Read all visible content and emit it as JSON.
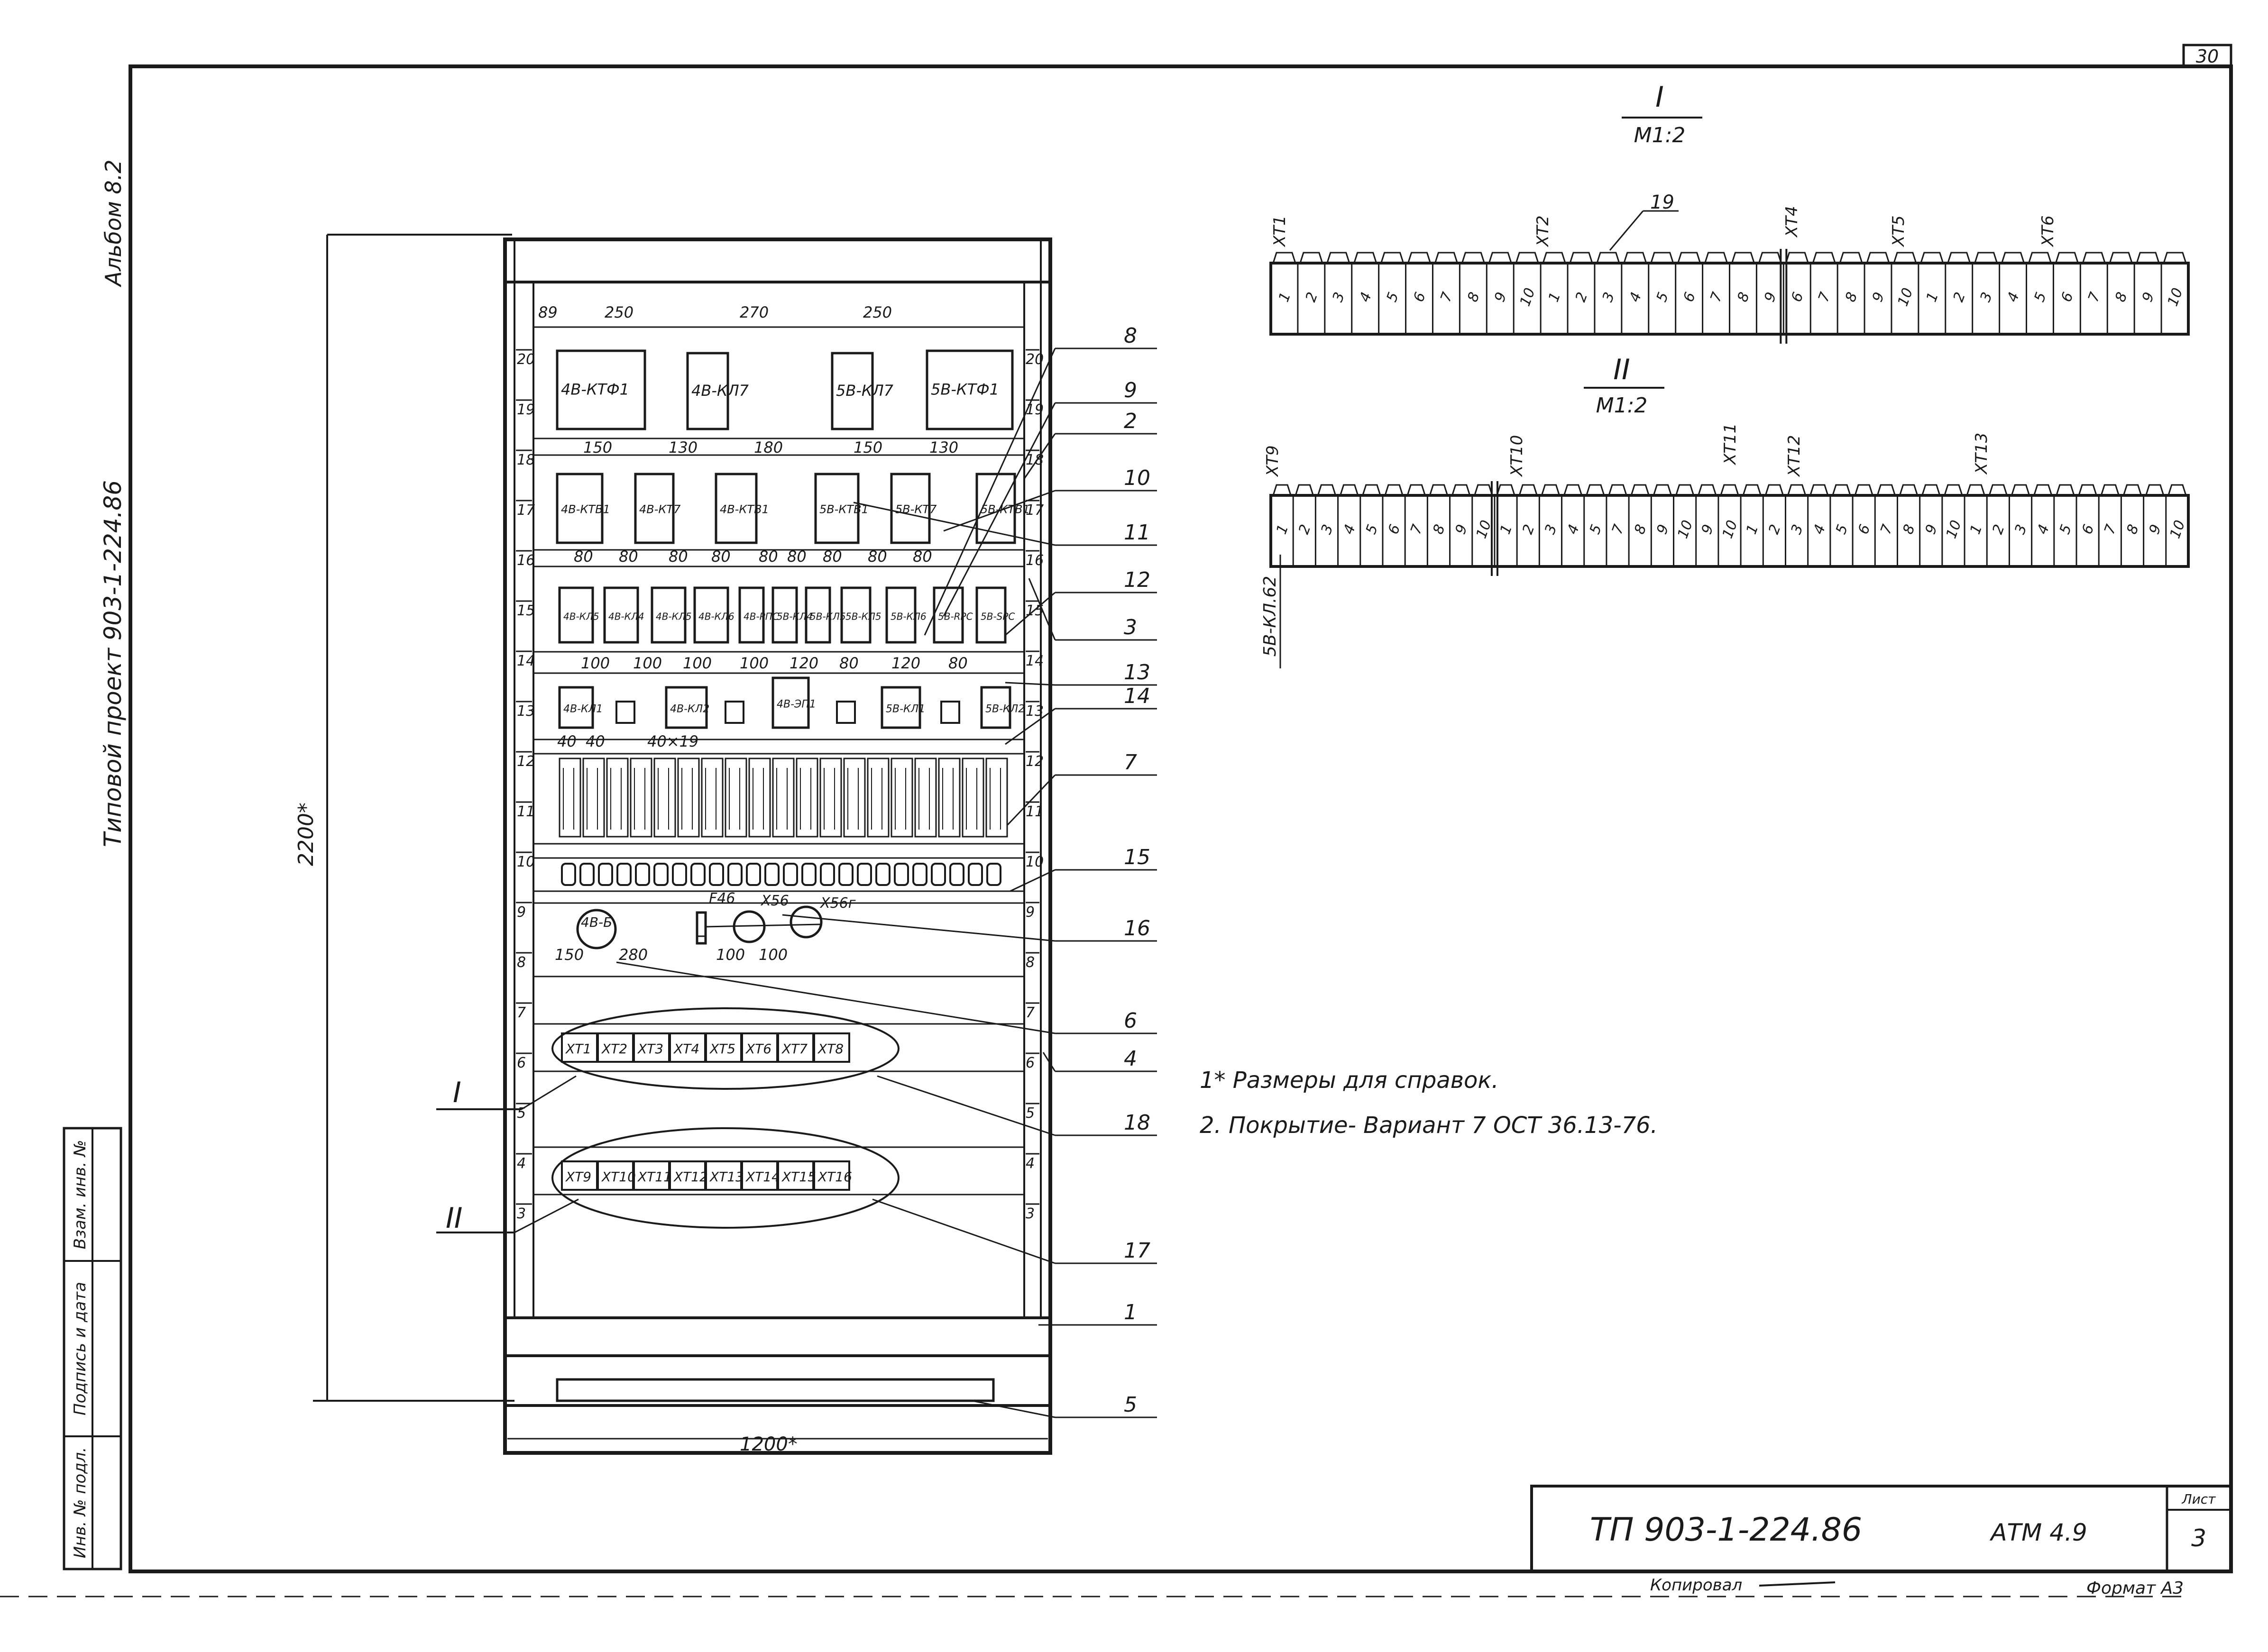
{
  "sheet_number_top": "30",
  "sidebar": {
    "album": "Альбом 8.2",
    "project_type": "Типовой проект 903-1-224.86",
    "stamp_columns": [
      "Инв. № подл.",
      "Подпись и дата",
      "Взам. инв. №"
    ]
  },
  "cabinet": {
    "height_dim": "2200*",
    "width_dim": "1200*",
    "rail_numbers": [
      "3",
      "4",
      "5",
      "6",
      "7",
      "8",
      "9",
      "10",
      "11",
      "12",
      "13",
      "14",
      "15",
      "16",
      "17",
      "18",
      "19",
      "20"
    ],
    "row1": {
      "dims": [
        "89",
        "250",
        "270",
        "250"
      ],
      "blocks": [
        "4В-КТФ1",
        "4В-КЛ7",
        "5В-КЛ7",
        "5В-КТФ1"
      ]
    },
    "row2": {
      "dims": [
        "150",
        "130",
        "180",
        "150",
        "130"
      ],
      "blocks": [
        "4В-КТВ1",
        "4В-КТ7",
        "4В-КТВ1",
        "5В-КТВ1",
        "5В-КТ7",
        "5В-КТВ1"
      ]
    },
    "row3": {
      "dims": [
        "80",
        "80",
        "80",
        "80",
        "80",
        "80",
        "80",
        "80",
        "80"
      ],
      "blocks": [
        "4В-КЛ5",
        "4В-КЛ4",
        "4В-КЛ5",
        "4В-КЛ6",
        "4В-РПС",
        "5В-КЛ4",
        "5В-КЛ5",
        "5В-КЛ5",
        "5В-КЛ6",
        "5В-RPC",
        "5В-SPC"
      ]
    },
    "row4": {
      "dims": [
        "100",
        "100",
        "100",
        "100",
        "120",
        "80",
        "120",
        "80"
      ],
      "blocks": [
        "4В-КЛ1",
        "4В-КЛ2",
        "4В-ЭП1",
        "5В-КЛ1",
        "5В-КЛ2"
      ]
    },
    "row5": {
      "dims": [
        "40",
        "40",
        "40×19"
      ]
    },
    "row7": {
      "dims": [
        "150",
        "280",
        "100",
        "100"
      ],
      "labels": [
        "4В-Б",
        "F46",
        "Х56",
        "Х56г"
      ]
    },
    "group_I": [
      "ХТ1",
      "ХТ2",
      "ХТ3",
      "ХТ4",
      "ХТ5",
      "ХТ6",
      "ХТ7",
      "ХТ8"
    ],
    "group_II": [
      "ХТ9",
      "ХТ10",
      "ХТ11",
      "ХТ12",
      "ХТ13",
      "ХТ14",
      "ХТ15",
      "ХТ16"
    ]
  },
  "callouts": [
    "8",
    "9",
    "2",
    "10",
    "11",
    "12",
    "3",
    "13",
    "14",
    "7",
    "15",
    "16",
    "6",
    "4",
    "18",
    "17",
    "1",
    "5"
  ],
  "roman_labels": [
    "I",
    "II"
  ],
  "view_I": {
    "title": "I",
    "scale": "М1:2",
    "tag_labels": [
      "ХТ1",
      "ХТ2",
      "ХТ4",
      "ХТ5",
      "ХТ6"
    ],
    "callout": "19",
    "terminal_numbers": [
      "1",
      "2",
      "3",
      "4",
      "5",
      "6",
      "7",
      "8",
      "9",
      "10",
      "1",
      "2",
      "3",
      "4",
      "5",
      "6",
      "7",
      "8",
      "9",
      "6",
      "7",
      "8",
      "9",
      "10",
      "1",
      "2",
      "3",
      "4",
      "5",
      "6",
      "7",
      "8",
      "9",
      "10"
    ]
  },
  "view_II": {
    "title": "II",
    "scale": "М1:2",
    "tag_labels": [
      "ХТ9",
      "ХТ10",
      "ХТ11",
      "ХТ12",
      "ХТ13"
    ],
    "side_label": "5В-КЛ.62",
    "terminal_numbers": [
      "1",
      "2",
      "3",
      "4",
      "5",
      "6",
      "7",
      "8",
      "9",
      "10",
      "1",
      "2",
      "3",
      "4",
      "5",
      "7",
      "8",
      "9",
      "10",
      "9",
      "10",
      "1",
      "2",
      "3",
      "4",
      "5",
      "6",
      "7",
      "8",
      "9",
      "10",
      "1",
      "2",
      "3",
      "4",
      "5",
      "6",
      "7",
      "8",
      "9",
      "10"
    ]
  },
  "notes": [
    "1* Размеры для справок.",
    "2. Покрытие- Вариант 7 ОСТ 36.13-76."
  ],
  "title_block": {
    "doc_number": "ТП 903-1-224.86",
    "code": "АТМ 4.9",
    "sheet_label": "Лист",
    "sheet_number": "3"
  },
  "footer": {
    "copied": "Копировал",
    "format": "Формат А3"
  }
}
